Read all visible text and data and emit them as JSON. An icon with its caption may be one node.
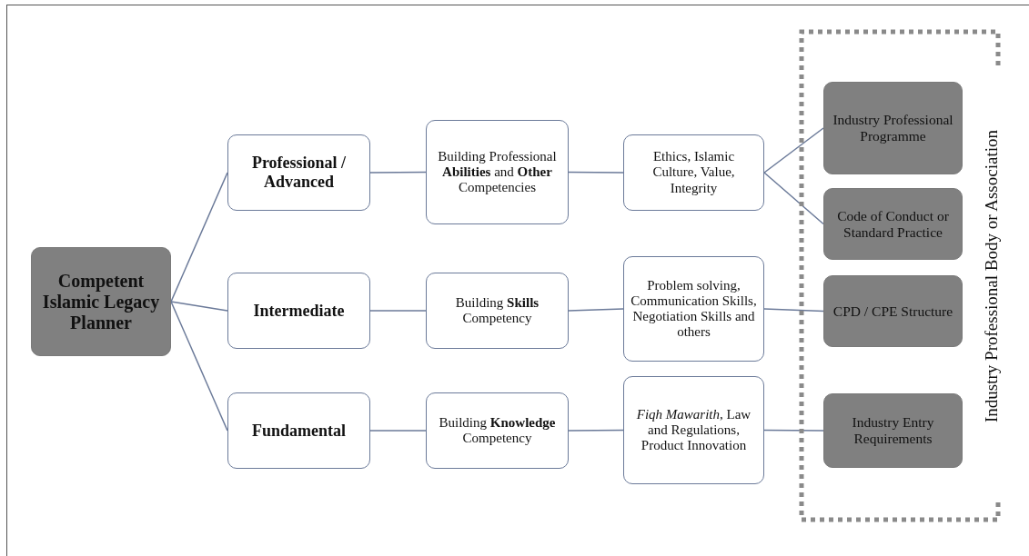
{
  "diagram": {
    "nodes": [
      {
        "text": [
          "Competent Islamic Legacy Planner"
        ]
      },
      {
        "text": [
          "Professional / Advanced"
        ]
      },
      {
        "text": [
          "Intermediate"
        ]
      },
      {
        "text": [
          "Fundamental"
        ]
      },
      {
        "text": [
          "Building Professional **Abilities** and **Other** Competencies"
        ]
      },
      {
        "text": [
          "Building **Skills** Competency"
        ]
      },
      {
        "text": [
          "Building **Knowledge** Competency"
        ]
      },
      {
        "text": [
          "Ethics, Islamic Culture, Value, Integrity"
        ]
      },
      {
        "text": [
          "Problem solving, Communication Skills, Negotiation Skills and others"
        ]
      },
      {
        "text": [
          "*Fiqh Mawarith*, Law and Regulations, Product Innovation"
        ]
      },
      {
        "text": [
          "Industry Professional Body or Association"
        ]
      },
      {
        "text": [
          "Industry Professional Programme"
        ],
        "in": 10
      },
      {
        "text": [
          "Code of Conduct or Standard Practice"
        ],
        "in": 10
      },
      {
        "text": [
          "CPD / CPE Structure"
        ],
        "in": 10
      },
      {
        "text": [
          "Industry Entry Requirements"
        ],
        "in": 10
      }
    ],
    "edges": [
      {
        "from": 0,
        "to": 1,
        "arrow": "none"
      },
      {
        "from": 0,
        "to": 2,
        "arrow": "none"
      },
      {
        "from": 0,
        "to": 3,
        "arrow": "none"
      },
      {
        "from": 1,
        "to": 4,
        "arrow": "none"
      },
      {
        "from": 2,
        "to": 5,
        "arrow": "none"
      },
      {
        "from": 3,
        "to": 6,
        "arrow": "none"
      },
      {
        "from": 4,
        "to": 7,
        "arrow": "none"
      },
      {
        "from": 5,
        "to": 8,
        "arrow": "none"
      },
      {
        "from": 6,
        "to": 9,
        "arrow": "none"
      },
      {
        "from": 7,
        "to": 11,
        "arrow": "none"
      },
      {
        "from": 7,
        "to": 12,
        "arrow": "none"
      },
      {
        "from": 8,
        "to": 13,
        "arrow": "none"
      },
      {
        "from": 9,
        "to": 14,
        "arrow": "none"
      }
    ]
  }
}
